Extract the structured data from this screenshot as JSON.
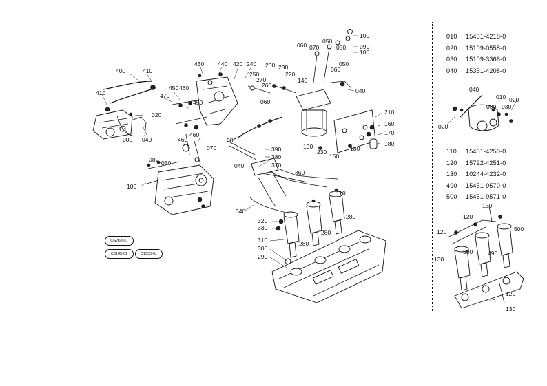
{
  "callouts_main": {
    "c430": "430",
    "c440": "440",
    "c420": "420",
    "c240": "240",
    "c400": "400",
    "c410a": "410",
    "c410b": "410",
    "c470": "470",
    "c460a": "460",
    "c450a": "450",
    "c020a": "020",
    "c000": "000",
    "c040a": "040",
    "c250": "250",
    "c270": "270",
    "c260": "260",
    "c200": "200",
    "c230a": "230",
    "c220": "220",
    "c060a": "060",
    "c070a": "070",
    "c050a": "050",
    "c100a": "100",
    "c090": "090",
    "c100b": "100",
    "c050b": "050",
    "c060b": "060",
    "c140": "140",
    "c040b": "040",
    "c050c": "050",
    "c060c": "060",
    "c450b": "450",
    "c460b": "460",
    "c460c": "460",
    "c070b": "070",
    "c080a": "080",
    "c040c": "040",
    "c210": "210",
    "c160a": "160",
    "c170": "170",
    "c180a": "180",
    "c180b": "180",
    "c190": "190",
    "c230b": "230",
    "c150": "150",
    "c080b": "080",
    "c050d": "050",
    "c100c": "100",
    "c390": "390",
    "c380": "380",
    "c370": "370",
    "c360": "360",
    "c110": "110",
    "c340": "340",
    "c280a": "280",
    "c320": "320",
    "c330": "330",
    "c280b": "280",
    "c310": "310",
    "c300": "300",
    "c280c": "280",
    "c290": "290"
  },
  "badges": {
    "b1": "CG768-01",
    "b2": "C3145-01",
    "b3": "C1355-01"
  },
  "parts_top": [
    {
      "code": "010",
      "part": "15451-4218-0"
    },
    {
      "code": "020",
      "part": "15109-0558-0"
    },
    {
      "code": "030",
      "part": "15109-3366-0"
    },
    {
      "code": "040",
      "part": "15351-4208-0"
    }
  ],
  "callouts_inset1": {
    "c040": "040",
    "c010": "010",
    "c020a": "020",
    "c030a": "030",
    "c030b": "030",
    "c020b": "020"
  },
  "parts_mid": [
    {
      "code": "110",
      "part": "15451-4250-0"
    },
    {
      "code": "120",
      "part": "15722-4251-0"
    },
    {
      "code": "130",
      "part": "10244-4232-0"
    },
    {
      "code": "490",
      "part": "15451-9570-0"
    },
    {
      "code": "500",
      "part": "15451-9571-0"
    }
  ],
  "callouts_inset2": {
    "c130a": "130",
    "c120a": "120",
    "c500a": "500",
    "c120b": "120",
    "c130b": "130",
    "c500b": "500",
    "c490": "490",
    "c120c": "120",
    "c110": "110",
    "c130c": "130"
  }
}
